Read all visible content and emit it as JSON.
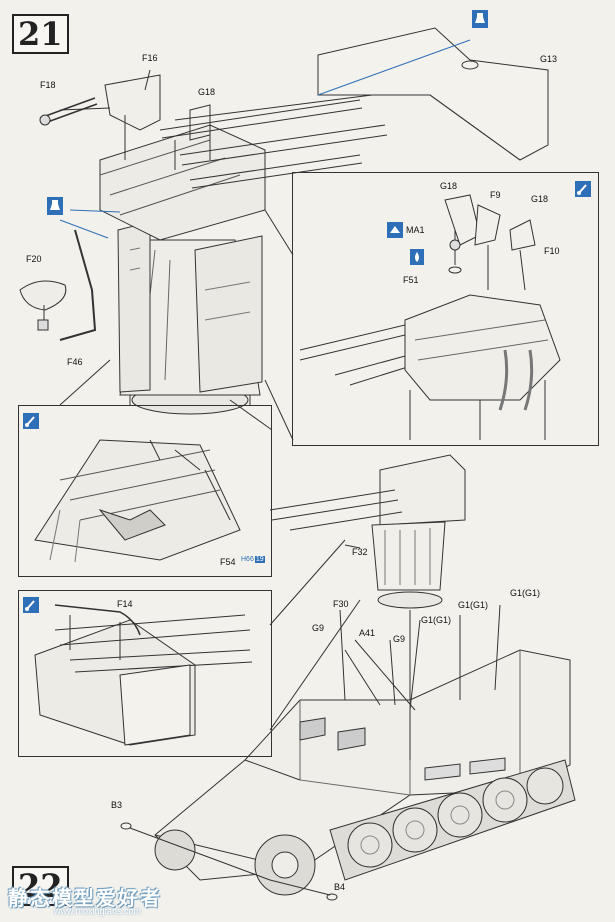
{
  "steps": {
    "step_a": "21",
    "step_b": "22"
  },
  "labels": {
    "F16": "F16",
    "F18": "F18",
    "G18_top": "G18",
    "G13": "G13",
    "F20": "F20",
    "F46": "F46",
    "G18_r1": "G18",
    "F9": "F9",
    "G18_r2": "G18",
    "MA1": "MA1",
    "F10": "F10",
    "F51": "F51",
    "F54": "F54",
    "H66": "H66",
    "H66_num": "19",
    "F14": "F14",
    "F32": "F32",
    "F30": "F30",
    "G9_a": "G9",
    "A41": "A41",
    "G9_b": "G9",
    "G1G1_a": "G1(G1)",
    "G1G1_b": "G1(G1)",
    "G1G1_c": "G1(G1)",
    "B3": "B3",
    "B4": "B4"
  },
  "watermark": {
    "brand": "静态模型爱好者",
    "url": "www.moxingfans.com"
  },
  "colors": {
    "icon_blue": "#2f6fb8",
    "line_blue": "#2f6fb8",
    "ink": "#222222"
  },
  "icons": [
    "paint-icon",
    "glue-icon",
    "position-icon",
    "drop-icon"
  ]
}
